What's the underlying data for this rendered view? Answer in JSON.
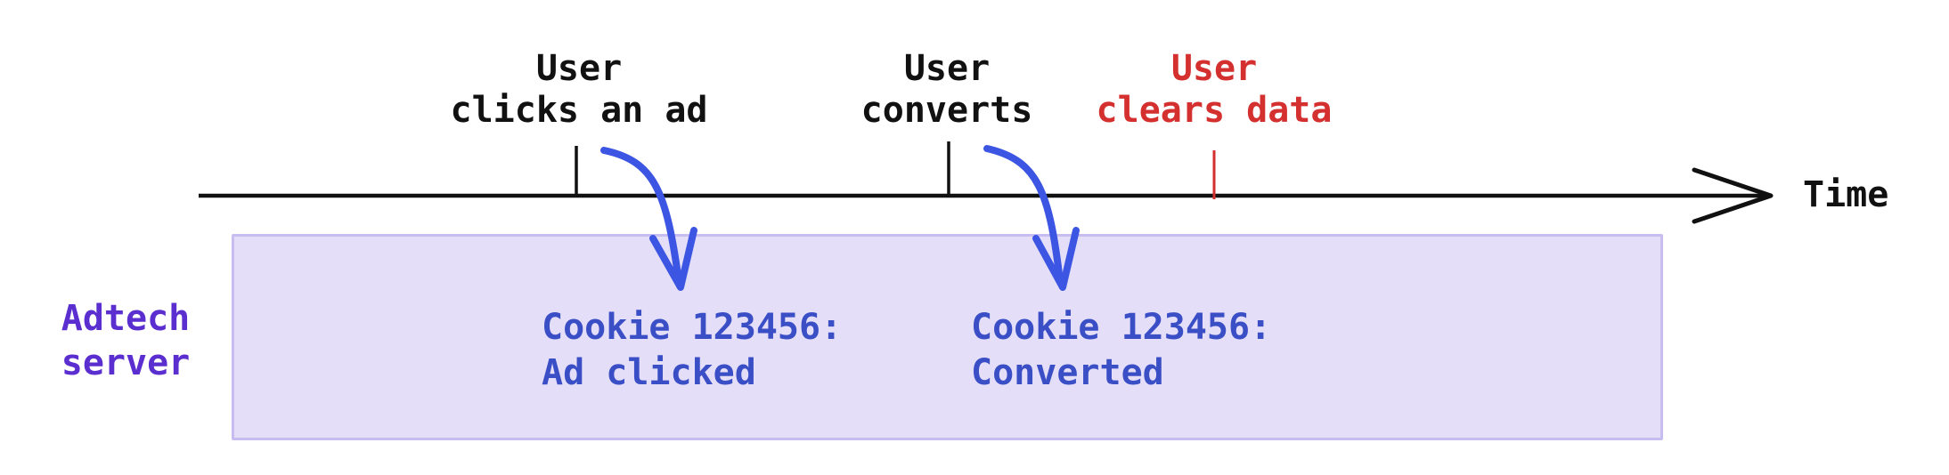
{
  "diagram": {
    "events": [
      {
        "line1": "User",
        "line2": "clicks an ad"
      },
      {
        "line1": "User",
        "line2": "converts"
      },
      {
        "line1": "User",
        "line2": "clears data"
      }
    ],
    "time_axis_label": "Time",
    "server_label": {
      "line1": "Adtech",
      "line2": "server"
    },
    "cookie_records": [
      {
        "line1": "Cookie 123456:",
        "line2": "Ad clicked"
      },
      {
        "line1": "Cookie 123456:",
        "line2": "Converted"
      }
    ],
    "colors": {
      "event_text": "#111111",
      "cleared_event_text": "#d4302f",
      "cleared_event_tick": "#d4302f",
      "cookie_text": "#3a4ec6",
      "arrow_blue": "#3c55e2",
      "server_label_text": "#5a2ecf",
      "box_fill": "#e4def8",
      "box_border": "#c8bdf0",
      "axis": "#111111"
    }
  }
}
